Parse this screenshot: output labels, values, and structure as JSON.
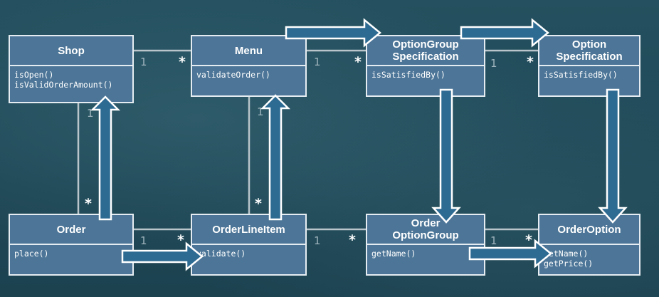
{
  "classes": {
    "shop": {
      "name": "Shop",
      "methods": [
        "isOpen()",
        "isValidOrderAmount()"
      ]
    },
    "menu": {
      "name": "Menu",
      "methods": [
        "validateOrder()"
      ]
    },
    "option_group_spec": {
      "name_line1": "OptionGroup",
      "name_line2": "Specification",
      "methods": [
        "isSatisfiedBy()"
      ]
    },
    "option_spec": {
      "name_line1": "Option",
      "name_line2": "Specification",
      "methods": [
        "isSatisfiedBy()"
      ]
    },
    "order": {
      "name": "Order",
      "methods": [
        "place()"
      ]
    },
    "order_line_item": {
      "name": "OrderLineItem",
      "methods": [
        "validate()"
      ]
    },
    "order_option_group": {
      "name_line1": "Order",
      "name_line2": "OptionGroup",
      "methods": [
        "getName()"
      ]
    },
    "order_option": {
      "name": "OrderOption",
      "methods": [
        "getName()",
        "getPrice()"
      ]
    }
  },
  "multiplicities": {
    "one": "1",
    "many": "*"
  },
  "colors": {
    "background": "#1f4756",
    "class_fill": "#4c7597",
    "class_border": "#e6edf2",
    "association_line": "#b9c5cb",
    "flow_arrow_fill": "#2e6b93",
    "flow_arrow_border": "#ffffff"
  }
}
